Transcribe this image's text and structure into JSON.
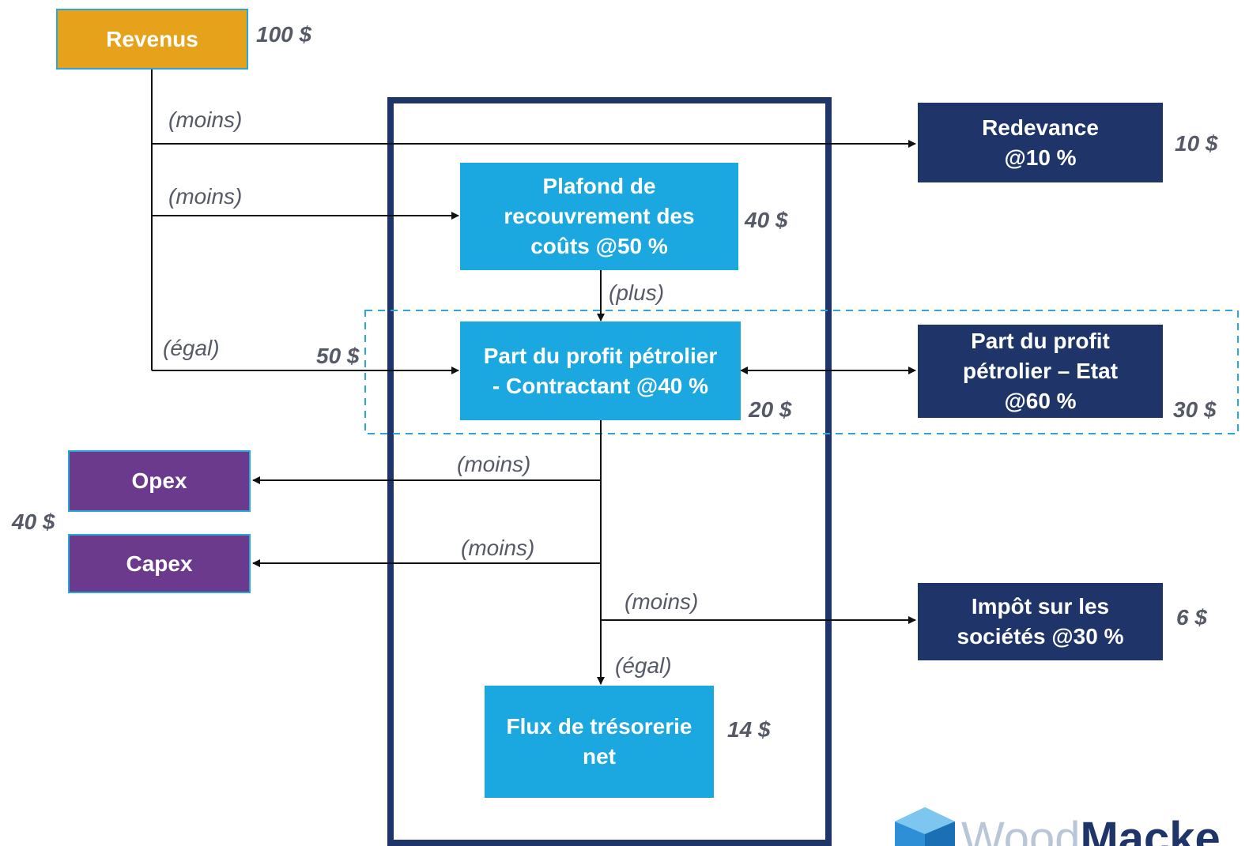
{
  "nodes": {
    "revenus": "Revenus",
    "redevance": "Redevance\n@10 %",
    "plafond": "Plafond de\nrecouvrement des\ncoûts @50 %",
    "contractant": "Part du profit pétrolier\n- Contractant  @40 %",
    "etat": "Part du profit\npétrolier – Etat\n@60 %",
    "opex": "Opex",
    "capex": "Capex",
    "impot": "Impôt sur les\nsociétés @30 %",
    "flux": "Flux de trésorerie\nnet"
  },
  "values": {
    "revenus": "100 $",
    "redevance": "10 $",
    "plafond": "40 $",
    "egal_in": "50 $",
    "contractant": "20 $",
    "etat": "30 $",
    "opex_capex": "40 $",
    "impot": "6 $",
    "flux": "14 $"
  },
  "edge_labels": {
    "to_redevance": "(moins)",
    "to_plafond": "(moins)",
    "to_contractant": "(égal)",
    "plafond_to_contractant": "(plus)",
    "to_opex": "(moins)",
    "to_capex": "(moins)",
    "to_impot": "(moins)",
    "to_flux": "(égal)"
  },
  "logo": {
    "part1": "Wood",
    "part2": "Macke"
  },
  "colors": {
    "gold": "#e6a21a",
    "cyan": "#1ba7e0",
    "navy": "#1f3468",
    "purple": "#6b3a8d",
    "dashed_border": "#2aa6d8"
  }
}
